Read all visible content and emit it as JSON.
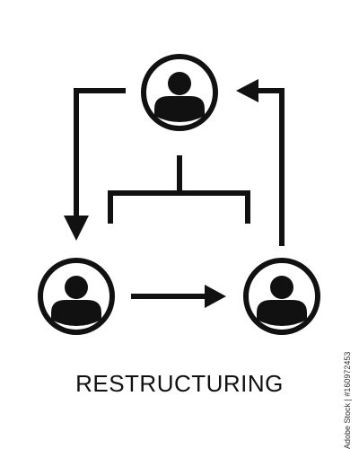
{
  "diagram": {
    "caption": "RESTRUCTURING",
    "color": "#111111",
    "background": "#ffffff",
    "nodes": [
      {
        "id": "top",
        "icon": "person-icon"
      },
      {
        "id": "bottom-left",
        "icon": "person-icon"
      },
      {
        "id": "bottom-right",
        "icon": "person-icon"
      }
    ],
    "connectors": [
      {
        "from": "top",
        "to": "bottom-left",
        "kind": "elbow-arrow"
      },
      {
        "from": "bottom-left",
        "to": "bottom-right",
        "kind": "straight-arrow"
      },
      {
        "from": "bottom-right",
        "to": "top",
        "kind": "elbow-arrow"
      },
      {
        "from": "top",
        "kind": "bracket"
      }
    ]
  },
  "stock_id": "Adobe Stock | #160972453"
}
